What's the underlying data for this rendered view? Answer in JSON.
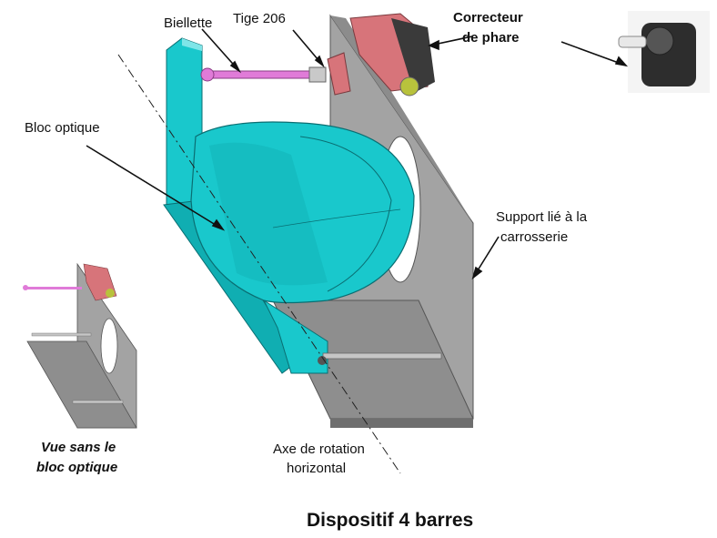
{
  "labels": {
    "biellette": "Biellette",
    "tige": "Tige 206",
    "correcteur_line1": "Correcteur",
    "correcteur_line2": "de phare",
    "bloc_optique": "Bloc optique",
    "support_line1": "Support lié à la",
    "support_line2": "carrosserie",
    "axe_line1": "Axe de rotation",
    "axe_line2": "horizontal",
    "vue_line1": "Vue sans le",
    "vue_line2": "bloc optique"
  },
  "title": "Dispositif 4 barres",
  "colors": {
    "plate": "#9a9a9a",
    "plate_dark": "#6f6f6f",
    "cyan": "#19c8cc",
    "cyan_dark": "#0e8f94",
    "pink": "#e07bd8",
    "motor": "#d7747a",
    "motor_dark": "#3a3a3a",
    "text": "#111111"
  }
}
